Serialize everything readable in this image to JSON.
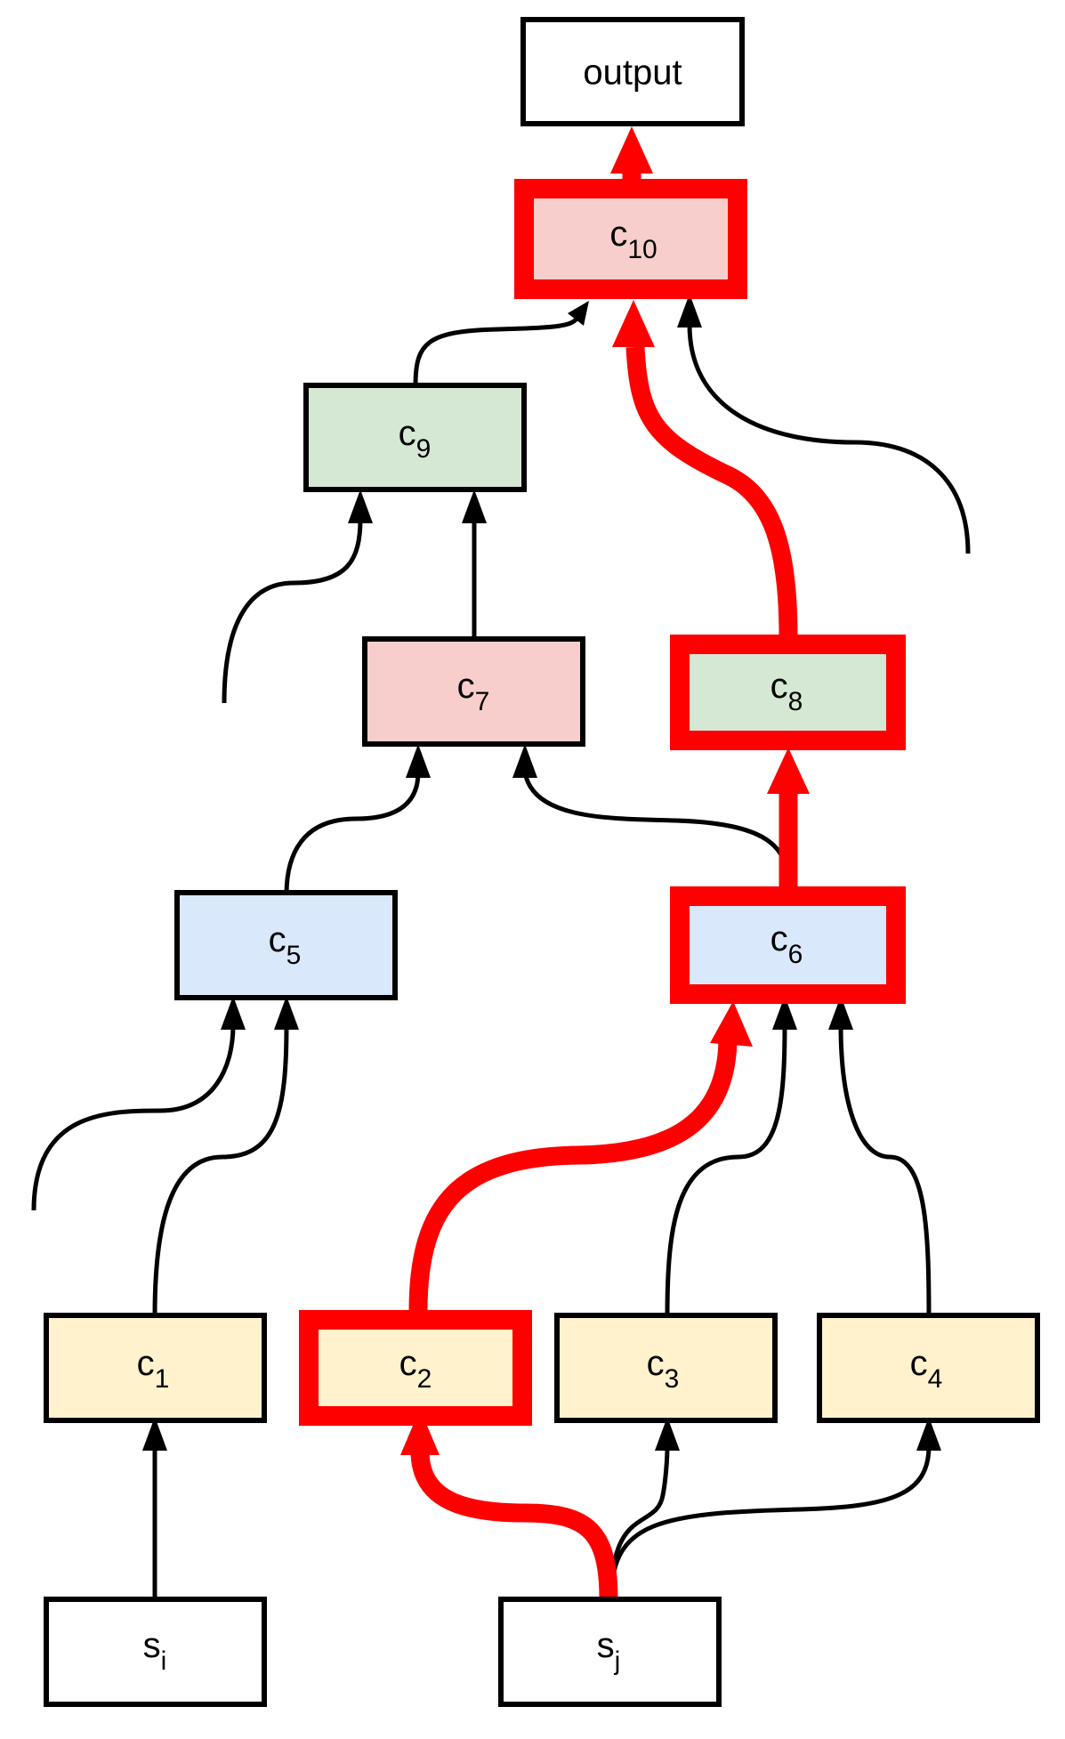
{
  "colors": {
    "highlight": "#ff0000",
    "stroke": "#000000",
    "yellow": "#fff2cc",
    "blue": "#dae8fc",
    "red": "#f8cecc",
    "green": "#d5e8d4",
    "white": "#ffffff"
  },
  "nodes": {
    "output": {
      "base": "output",
      "sub": ""
    },
    "c10": {
      "base": "c",
      "sub": "10"
    },
    "c9": {
      "base": "c",
      "sub": "9"
    },
    "c7": {
      "base": "c",
      "sub": "7"
    },
    "c8": {
      "base": "c",
      "sub": "8"
    },
    "c5": {
      "base": "c",
      "sub": "5"
    },
    "c6": {
      "base": "c",
      "sub": "6"
    },
    "c1": {
      "base": "c",
      "sub": "1"
    },
    "c2": {
      "base": "c",
      "sub": "2"
    },
    "c3": {
      "base": "c",
      "sub": "3"
    },
    "c4": {
      "base": "c",
      "sub": "4"
    },
    "si": {
      "base": "s",
      "sub": "i"
    },
    "sj": {
      "base": "s",
      "sub": "j"
    }
  },
  "edges": [
    {
      "from": "si",
      "to": "c1",
      "highlighted": false
    },
    {
      "from": "sj",
      "to": "c2",
      "highlighted": true
    },
    {
      "from": "sj",
      "to": "c3",
      "highlighted": false
    },
    {
      "from": "sj",
      "to": "c4",
      "highlighted": false
    },
    {
      "from": "c1",
      "to": "c5",
      "highlighted": false
    },
    {
      "from": "c2",
      "to": "c6",
      "highlighted": true
    },
    {
      "from": "c3",
      "to": "c6",
      "highlighted": false
    },
    {
      "from": "c4",
      "to": "c6",
      "highlighted": false
    },
    {
      "from": "c5",
      "to": "c7",
      "highlighted": false
    },
    {
      "from": "c6",
      "to": "c7",
      "highlighted": false
    },
    {
      "from": "c6",
      "to": "c8",
      "highlighted": true
    },
    {
      "from": "c7",
      "to": "c9",
      "highlighted": false
    },
    {
      "from": "c9",
      "to": "c10",
      "highlighted": false
    },
    {
      "from": "c8",
      "to": "c10",
      "highlighted": true
    },
    {
      "from": "c10",
      "to": "output",
      "highlighted": true
    }
  ]
}
